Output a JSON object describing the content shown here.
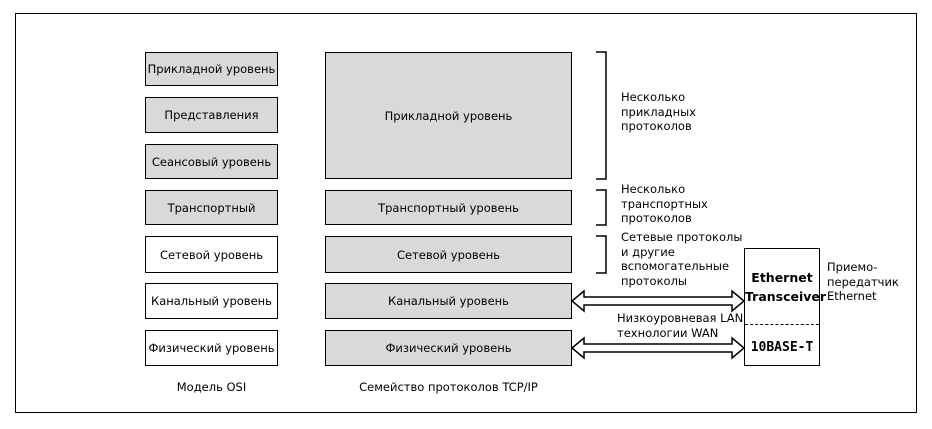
{
  "osi": {
    "caption": "Модель OSI",
    "layers": [
      "Прикладной уровень",
      "Представления",
      "Сеансовый уровень",
      "Транспортный",
      "Сетевой уровень",
      "Канальный уровень",
      "Физический уровень"
    ]
  },
  "tcpip": {
    "caption": "Семейство протоколов TCP/IP",
    "layers": [
      "Прикладной уровень",
      "Транспортный уровень",
      "Сетевой уровень",
      "Канальный уровень",
      "Физический уровень"
    ]
  },
  "notes": {
    "application": "Несколько\nприкладных\nпротоколов",
    "transport": "Несколько\nтранспортных\nпротоколов",
    "network": "Сетевые протоколы\nи другие\nвспомогательные\nпротоколы",
    "lan": "Низкоуровневая LAN и\nтехнологии WAN"
  },
  "ethernet": {
    "title": "Ethernet\nTransceiver",
    "standard": "10BASE-T",
    "label": "Приемо-\nпередатчик\nEthernet"
  }
}
